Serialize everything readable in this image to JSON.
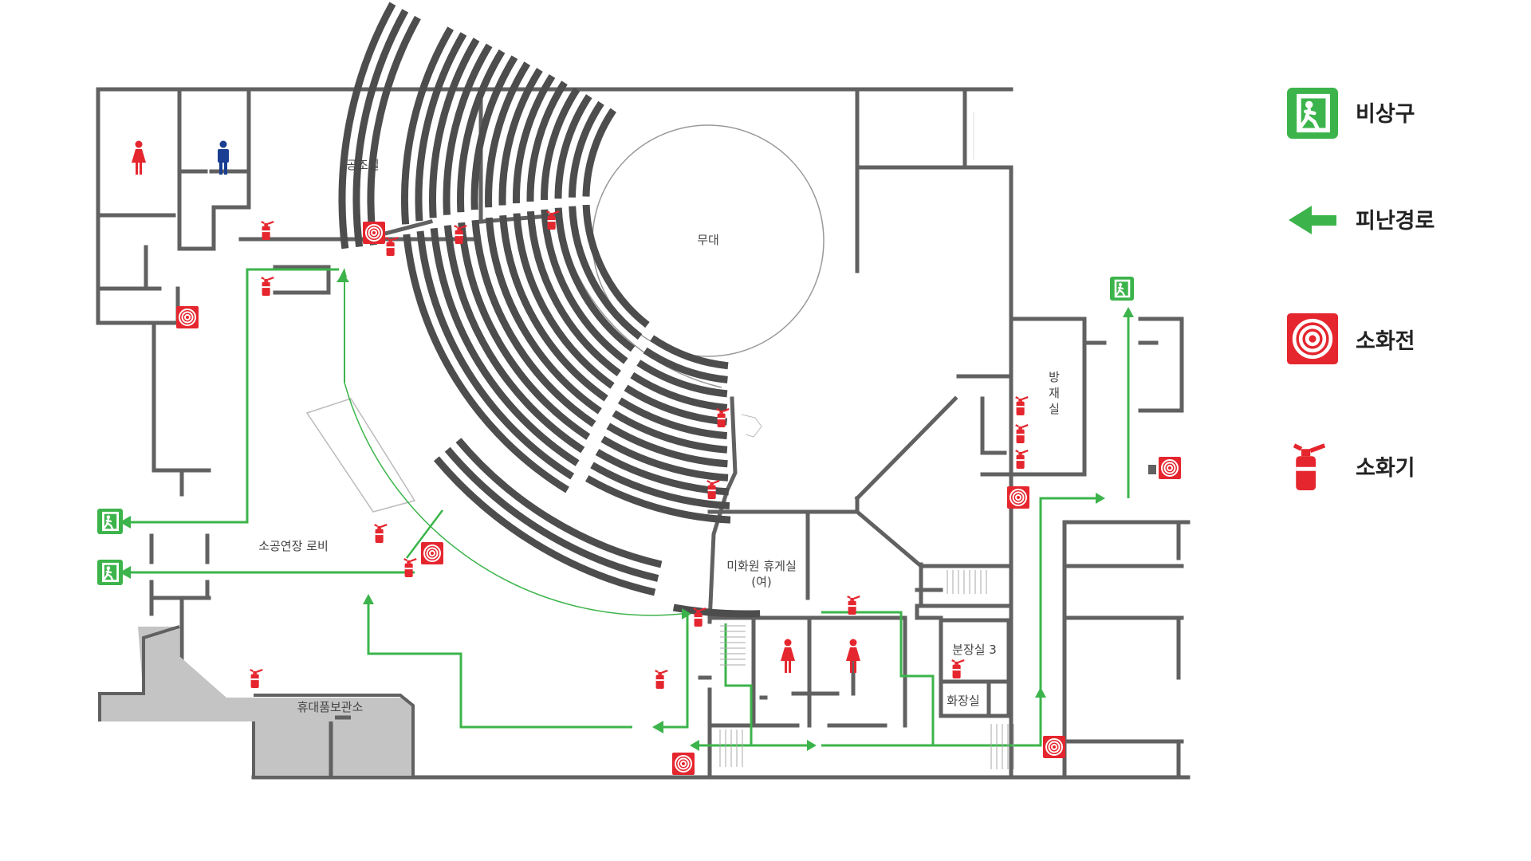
{
  "rooms": {
    "hvac": "공조실",
    "stage": "무대",
    "lobby": "소공연장 로비",
    "lounge_line1": "미화원 휴게실",
    "lounge_line2": "(여)",
    "disaster_c1": "방",
    "disaster_c2": "재",
    "disaster_c3": "실",
    "dressing3": "분장실 3",
    "powder": "화장실",
    "storage": "휴대품보관소"
  },
  "legend": {
    "exit": "비상구",
    "route": "피난경로",
    "hydrant": "소화전",
    "extinguisher": "소화기"
  },
  "colors": {
    "wall": "#616161",
    "seat": "#4d4d4d",
    "route": "#3cb44b",
    "exit": "#3cb44b",
    "hydrant": "#e5262e",
    "extinguisher": "#e5262e",
    "female": "#e5262e",
    "male": "#1a3e91",
    "storage_fill": "#c4c4c4"
  },
  "icons": {
    "exit": "emergency-exit-icon",
    "route": "evacuation-arrow-icon",
    "hydrant": "fire-hydrant-icon",
    "extinguisher": "fire-extinguisher-icon",
    "female": "female-restroom-icon",
    "male": "male-restroom-icon"
  }
}
